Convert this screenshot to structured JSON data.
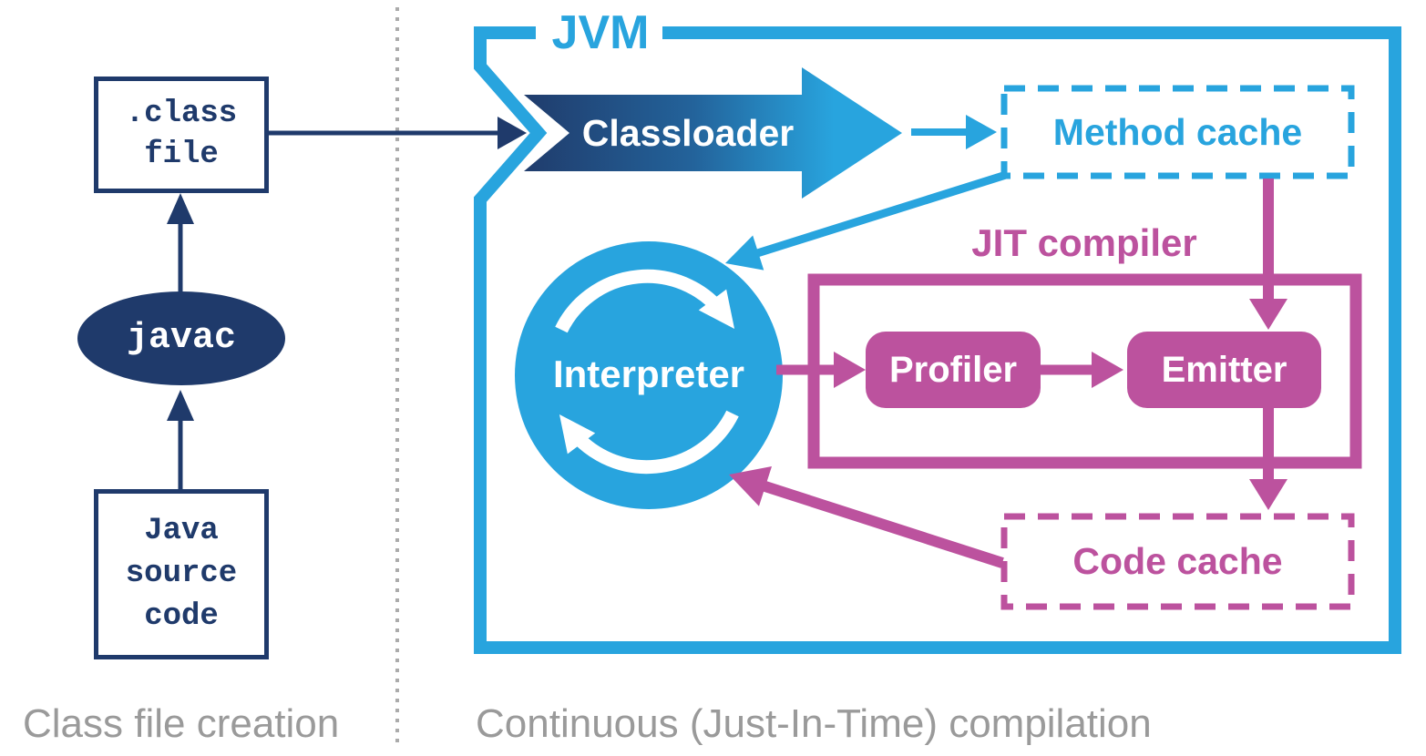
{
  "colors": {
    "cyan": "#28A4DE",
    "navy": "#1F3A6B",
    "magenta": "#BC529E",
    "caption_gray": "#9A9A9A",
    "divider_gray": "#ABABAB",
    "white": "#FFFFFF"
  },
  "class_file_creation": {
    "caption": "Class file creation",
    "class_file_box": {
      "line1": ".class",
      "line2": "file"
    },
    "javac_label": "javac",
    "source_box": {
      "line1": "Java",
      "line2": "source",
      "line3": "code"
    }
  },
  "jit_compilation": {
    "caption": "Continuous (Just-In-Time) compilation",
    "jvm_title": "JVM",
    "classloader_label": "Classloader",
    "method_cache_label": "Method cache",
    "interpreter_label": "Interpreter",
    "jit_compiler_label": "JIT compiler",
    "profiler_label": "Profiler",
    "emitter_label": "Emitter",
    "code_cache_label": "Code cache"
  }
}
